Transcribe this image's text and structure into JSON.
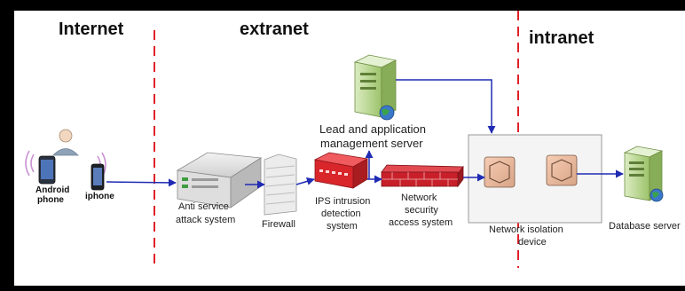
{
  "zones": {
    "internet": "Internet",
    "extranet": "extranet",
    "intranet": "intranet"
  },
  "nodes": {
    "android_line1": "Android",
    "android_line2": "phone",
    "iphone": "iphone",
    "anti_line1": "Anti service",
    "anti_line2": "attack system",
    "firewall": "Firewall",
    "ips_line1": "IPS intrusion",
    "ips_line2": "detection",
    "ips_line3": "system",
    "nsas_line1": "Network",
    "nsas_line2": "security",
    "nsas_line3": "access system",
    "lead_line1": "Lead and application",
    "lead_line2": "management server",
    "isolation_line1": "Network isolation",
    "isolation_line2": "device",
    "database": "Database server"
  },
  "icons": {
    "person": "person-icon",
    "android": "smartphone-icon",
    "iphone": "smartphone-icon",
    "anti": "rack-server-icon",
    "firewall": "firewall-icon",
    "ips": "ips-appliance-icon",
    "nsas": "brick-wall-icon",
    "lead": "server-icon",
    "isolation": "isolation-device-icon",
    "database": "server-icon"
  },
  "colors": {
    "zone_divider": "#e0202a",
    "connector": "#1f2bb3",
    "ips": "#d8262b",
    "wall": "#c8202a",
    "server": "#b9d98a",
    "isolation_box": "#f4f4f4"
  }
}
